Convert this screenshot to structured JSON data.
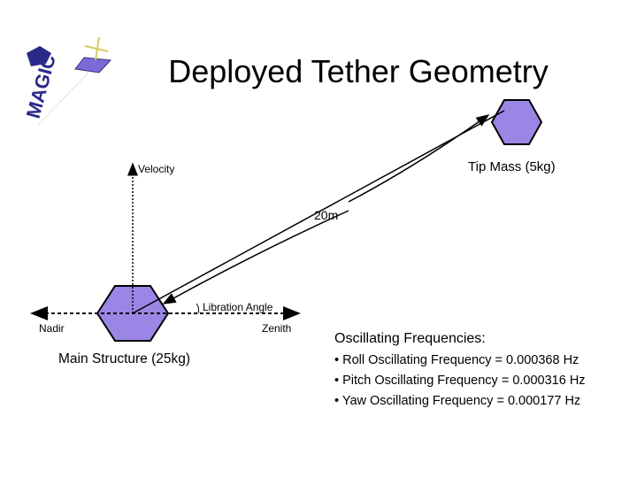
{
  "slide": {
    "title": "Deployed Tether Geometry",
    "logo_text": "MAGIC"
  },
  "diagram": {
    "velocity_label": "Velocity",
    "tip_mass_label": "Tip Mass (5kg)",
    "tether_length_label": "20m",
    "libration_label": "Libration Angle",
    "nadir_label": "Nadir",
    "zenith_label": "Zenith",
    "main_structure_label": "Main Structure (25kg)"
  },
  "frequencies": {
    "heading": "Oscillating Frequencies:",
    "items": [
      "• Roll Oscillating Frequency = 0.000368 Hz",
      "• Pitch Oscillating Frequency = 0.000316 Hz",
      "• Yaw Oscillating Frequency = 0.000177 Hz"
    ]
  },
  "colors": {
    "hexagon_fill": "#9b86e6",
    "outline": "#000000"
  }
}
